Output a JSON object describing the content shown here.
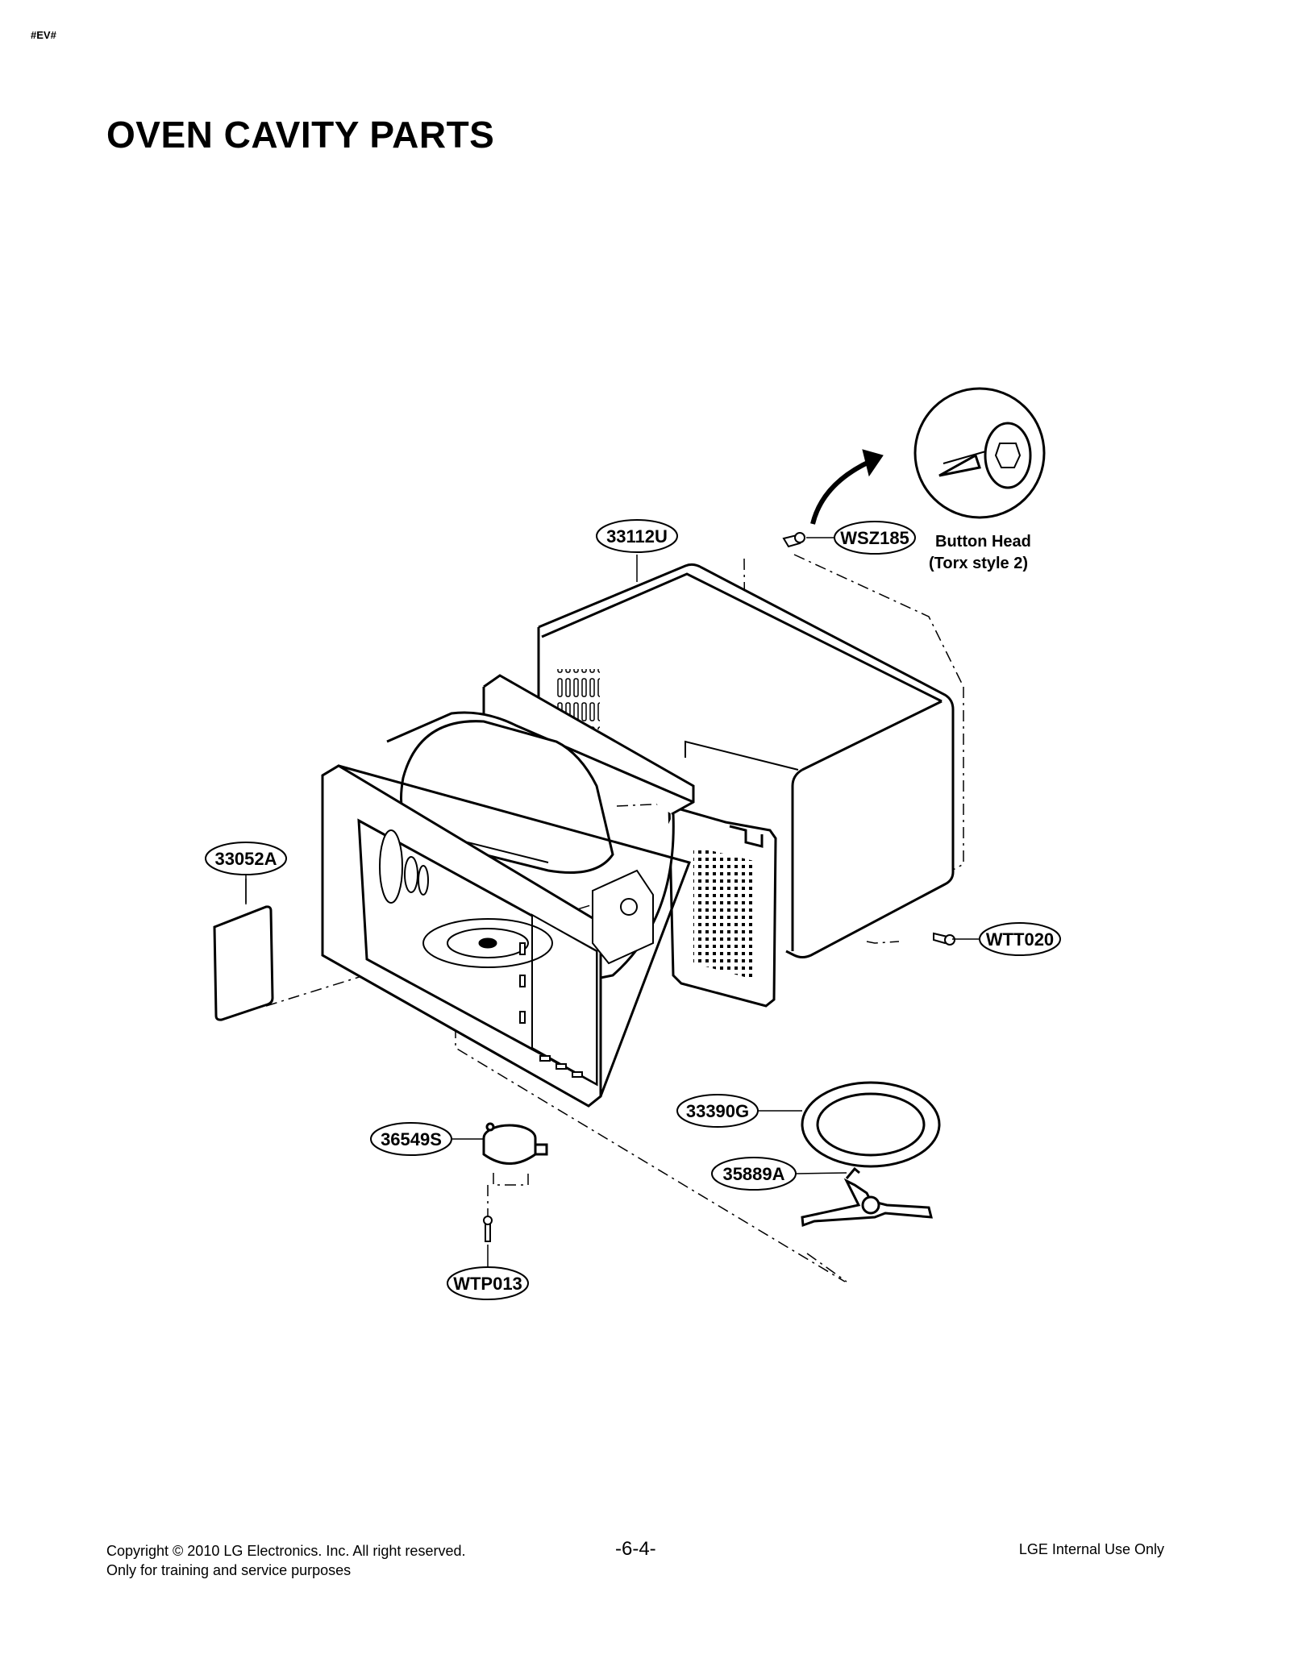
{
  "header": {
    "tag": "#EV#",
    "title": "OVEN CAVITY PARTS"
  },
  "callouts": {
    "cabinet": "33112U",
    "screw_top": "WSZ185",
    "button_head_line1": "Button Head",
    "button_head_line2": "(Torx style 2)",
    "cover_plate": "33052A",
    "screw_side": "WTT020",
    "tray": "33390G",
    "motor": "36549S",
    "coupler": "35889A",
    "screw_motor": "WTP013"
  },
  "footer": {
    "copyright": "Copyright © 2010 LG Electronics. Inc. All right reserved.",
    "purpose": "Only for training and service purposes",
    "page": "-6-4-",
    "internal": "LGE Internal Use Only"
  }
}
